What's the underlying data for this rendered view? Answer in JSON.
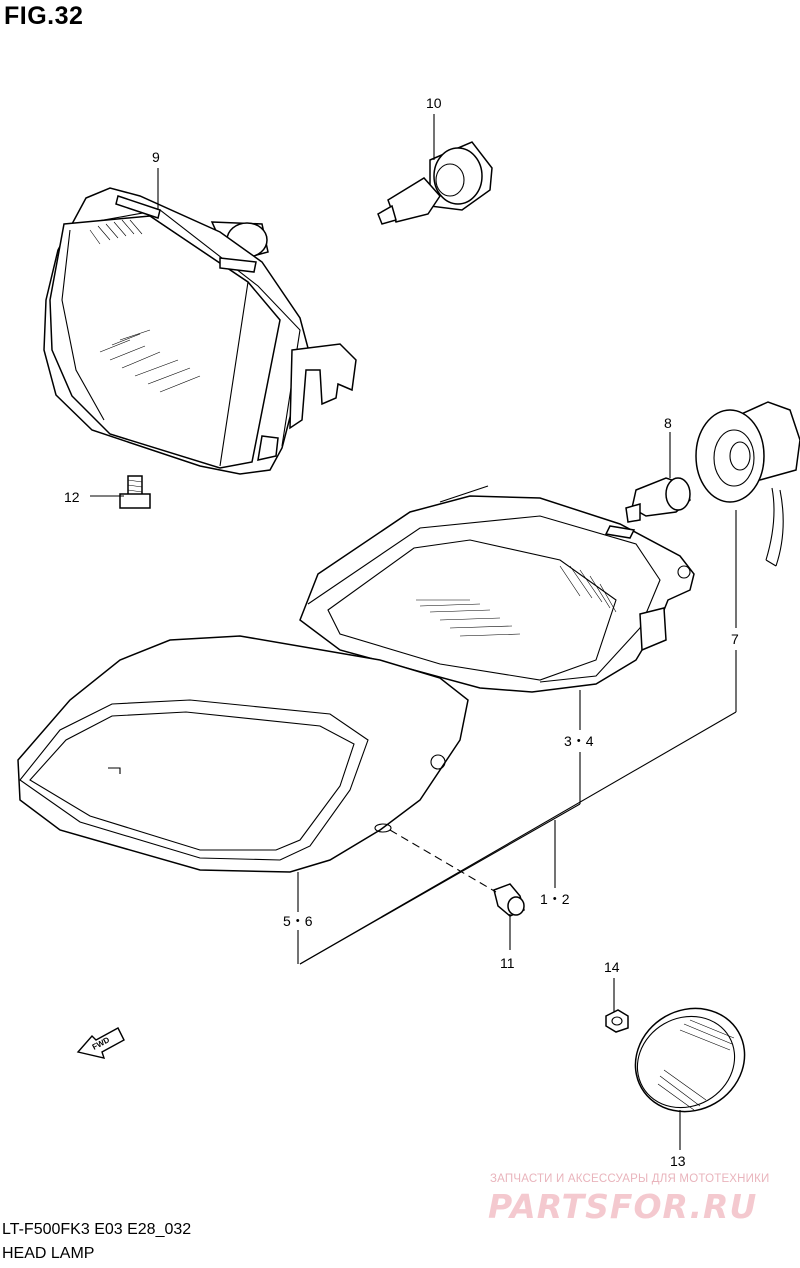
{
  "figure": {
    "title": "FIG.32",
    "model_code": "LT-F500FK3 E03 E28_032",
    "section_name": "HEAD LAMP"
  },
  "callouts": {
    "p9": "9",
    "p10": "10",
    "p12": "12",
    "p8": "8",
    "p7": "7",
    "p34": "3・4",
    "p12b": "1・2",
    "p56": "5・6",
    "p11": "11",
    "p14": "14",
    "p13": "13"
  },
  "direction_arrow": {
    "label": "FWD"
  },
  "watermark": {
    "line1": "ЗАПЧАСТИ И АКСЕССУАРЫ ДЛЯ МОТОТЕХНИКИ",
    "logo": "PARTSFOR.RU"
  }
}
